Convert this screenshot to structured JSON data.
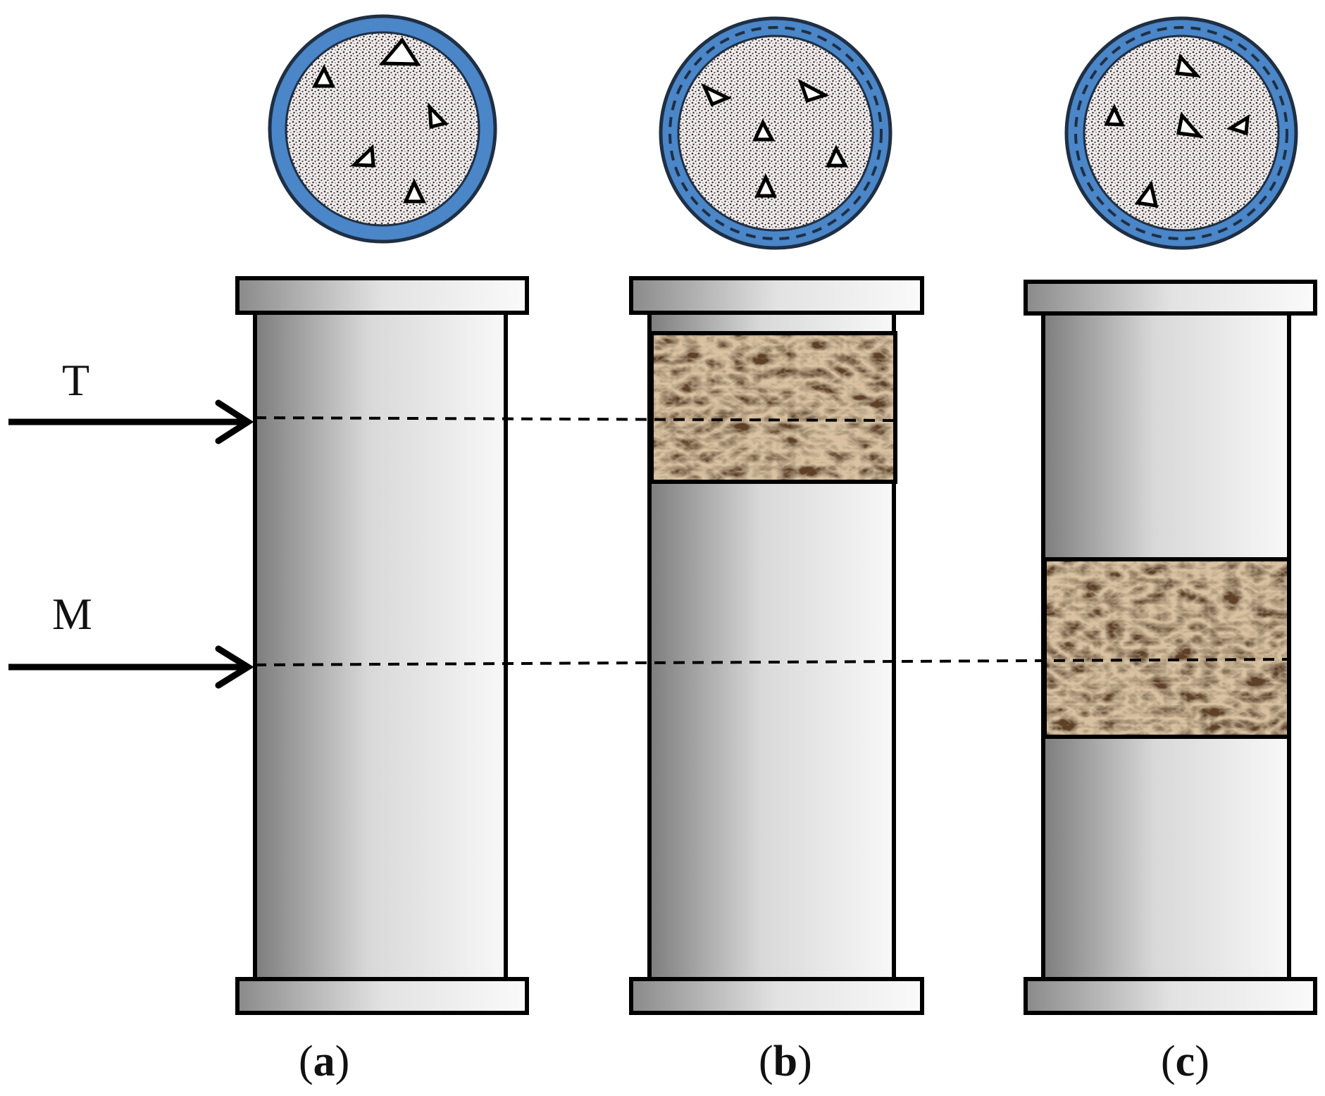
{
  "arrows": [
    {
      "id": "T",
      "label": "T"
    },
    {
      "id": "M",
      "label": "M"
    }
  ],
  "panels": [
    {
      "id": "a",
      "letter": "a",
      "fracture_zone": "none"
    },
    {
      "id": "b",
      "letter": "b",
      "fracture_zone": "top"
    },
    {
      "id": "c",
      "letter": "c",
      "fracture_zone": "middle"
    }
  ],
  "colors": {
    "ring_blue": "#4a86c8",
    "ring_dark": "#1a2c44",
    "speckle_bg": "#f2eeee",
    "speckle_dot": "#3b3333",
    "cylinder_dark": "#7a7a7a",
    "cylinder_light": "#f7f7f7",
    "fracture_base": "#b08a5c",
    "fracture_light": "#d9b888",
    "fracture_dark": "#6e5032",
    "outline": "#000000"
  }
}
